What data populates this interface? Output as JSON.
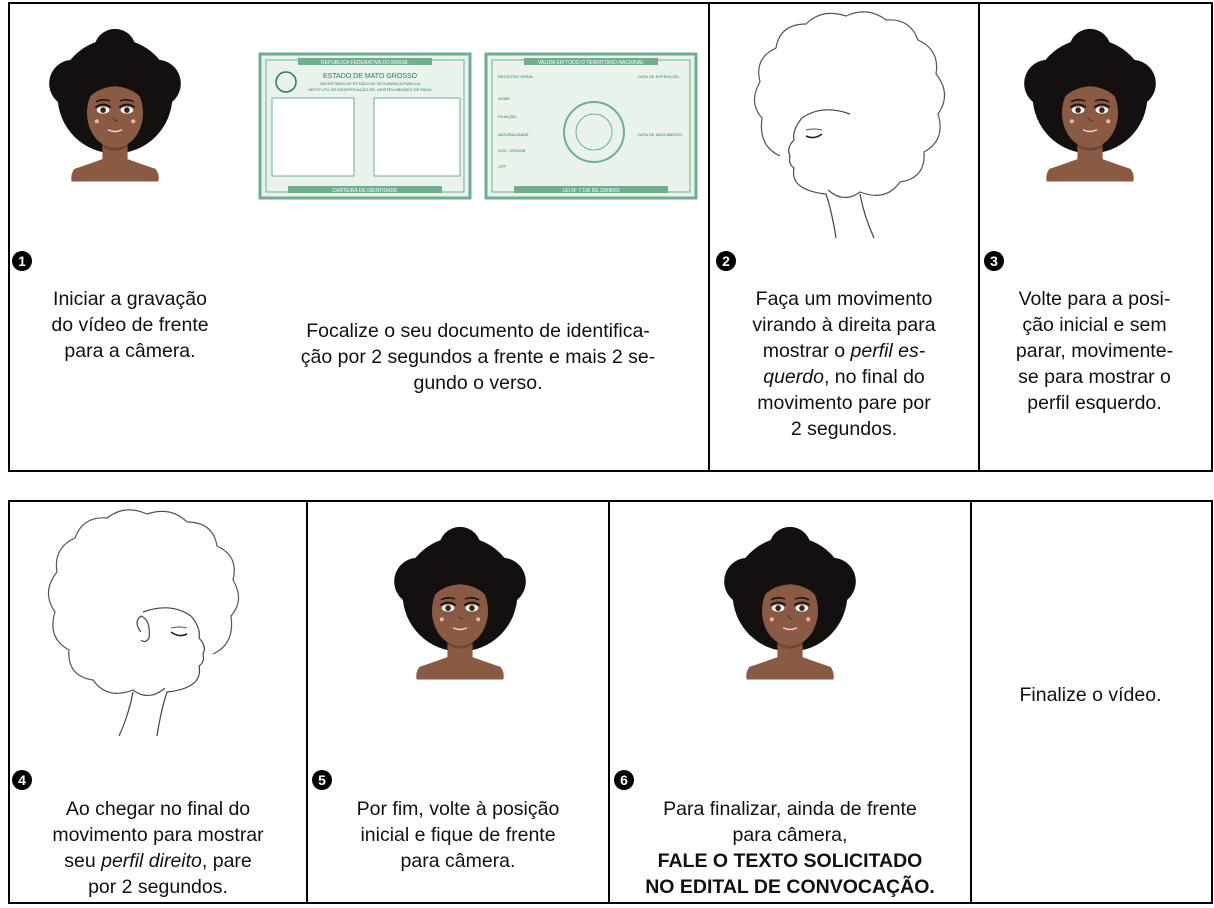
{
  "row1": {
    "step1": {
      "number": "1",
      "lines": [
        "Iniciar a gravação",
        "do vídeo de frente",
        "para a câmera."
      ]
    },
    "doc_step": {
      "lines": [
        "Focalize o seu documento de identifica-",
        "ção por 2 segundos a frente e mais 2 se-",
        "gundo o verso."
      ],
      "id_card": {
        "front_header": "REPUBLICA FEDERATIVA DO BRASIL",
        "front_state": "ESTADO DE MATO GROSSO",
        "front_sub1": "SECRETARIA DE ESTADO DE SEGURANÇA PÚBLICA",
        "front_sub2": "INSTITUTO DE IDENTIFICAÇÃO DR. ARISTEU MENDES DE PAIVA",
        "front_footer": "CARTEIRA DE IDENTIDADE",
        "back_header": "VALIDA EM TODO O TERRITÓRIO NACIONAL",
        "back_footer": "LEI Nº 7.116 DE 29/08/83",
        "back_fields": [
          "REGISTRO GERAL",
          "NOME",
          "FILIAÇÃO",
          "NATURALIDADE",
          "DOC. ORIGEM",
          "CPF"
        ],
        "back_fields_right": [
          "DATA DE EXPEDIÇÃO",
          "DATA DE NASCIMENTO"
        ],
        "colors": {
          "green": "#6fae8f",
          "dark_green": "#2f7a55",
          "light": "#e9f3ec"
        }
      }
    },
    "step2": {
      "number": "2",
      "lines": [
        {
          "pre": "Faça um movimento",
          "em": "",
          "post": ""
        },
        {
          "pre": "virando à direita para",
          "em": "",
          "post": ""
        },
        {
          "pre": "mostrar o ",
          "em": "perfil es-",
          "post": ""
        },
        {
          "pre": "",
          "em": "querdo",
          "post": ", no final do"
        },
        {
          "pre": "movimento pare por",
          "em": "",
          "post": ""
        },
        {
          "pre": "2 segundos.",
          "em": "",
          "post": ""
        }
      ]
    },
    "step3": {
      "number": "3",
      "lines": [
        "Volte para a posi-",
        "ção inicial e sem",
        "parar, movimente-",
        "se para mostrar o",
        "perfil esquerdo."
      ]
    }
  },
  "row2": {
    "step4": {
      "number": "4",
      "lines": [
        {
          "pre": "Ao chegar no final do",
          "em": "",
          "post": ""
        },
        {
          "pre": "movimento para mostrar",
          "em": "",
          "post": ""
        },
        {
          "pre": "seu ",
          "em": "perfil direito",
          "post": ", pare"
        },
        {
          "pre": "por 2 segundos.",
          "em": "",
          "post": ""
        }
      ]
    },
    "step5": {
      "number": "5",
      "lines": [
        "Por fim, volte à posição",
        "inicial e fique de frente",
        "para câmera."
      ]
    },
    "step6": {
      "number": "6",
      "lines": [
        "Para finalizar, ainda de frente",
        "para câmera,"
      ],
      "bold_lines": [
        "FALE O TEXTO SOLICITADO",
        "NO EDITAL DE CONVOCAÇÃO."
      ]
    },
    "final": {
      "text": "Finalize o vídeo."
    }
  },
  "colors": {
    "skin": "#8a5a44",
    "skin_shadow": "#6e4634",
    "hair": "#141010",
    "border": "#000000"
  }
}
